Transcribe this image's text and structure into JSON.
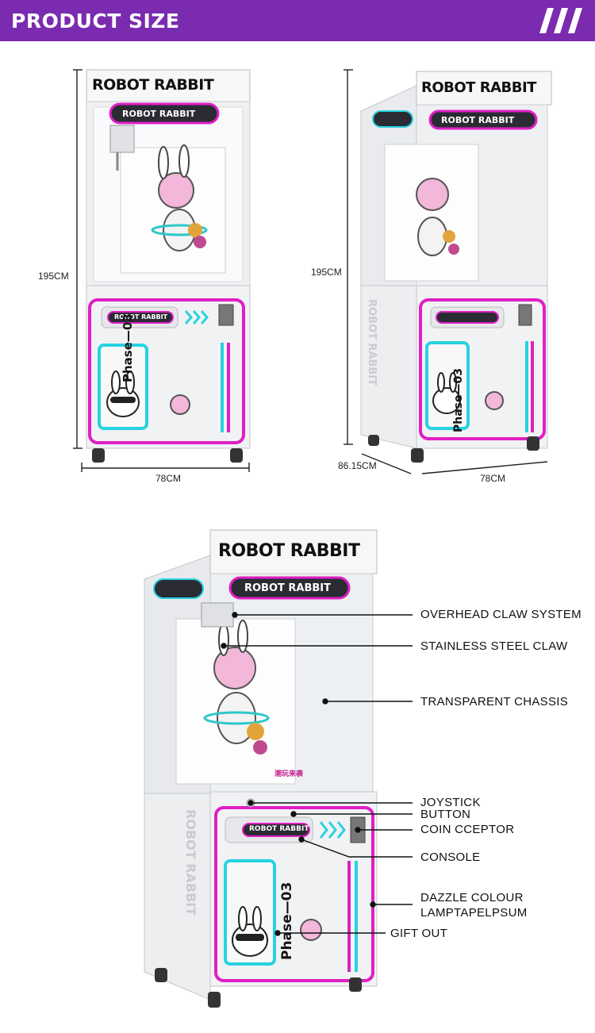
{
  "header": {
    "title": "PRODUCT SIZE",
    "decoration_icon": "triple-slash-icon"
  },
  "machine": {
    "brand": "ROBOT RABBIT",
    "side_brand": "ROBOT RABBIT",
    "phase_text": "Phase—03",
    "chinese_text": "潮玩来袭"
  },
  "dimensions": {
    "front_height": "195CM",
    "front_width": "78CM",
    "angled_height": "195CM",
    "angled_depth": "86.15CM",
    "angled_width": "78CM"
  },
  "callouts": [
    "OVERHEAD CLAW SYSTEM",
    "STAINLESS STEEL CLAW",
    "TRANSPARENT CHASSIS",
    "JOYSTICK",
    "BUTTON",
    "COIN CCEPTOR",
    "CONSOLE",
    "DAZZLE COLOUR",
    "LAMPTAPELPSUM",
    "GIFT OUT"
  ],
  "colors": {
    "banner": "#7a2bb0",
    "neon_pink": "#e01fc4",
    "neon_cyan": "#27d3e0",
    "machine_white": "#f4f5f6"
  }
}
